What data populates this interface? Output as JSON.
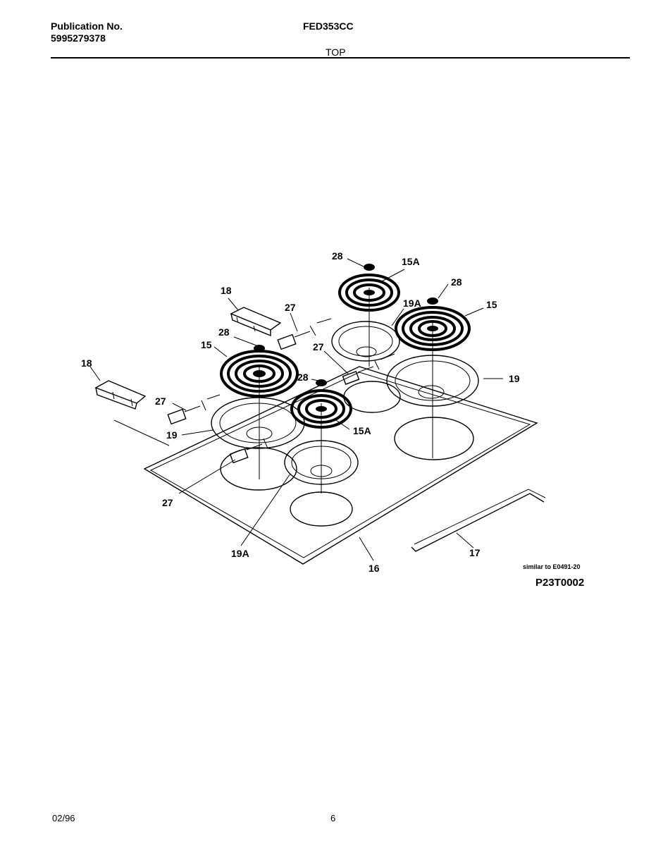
{
  "header": {
    "publication_label": "Publication No.",
    "publication_number": "5995279378",
    "model": "FED353CC",
    "section": "TOP"
  },
  "diagram": {
    "callouts": [
      "28",
      "15A",
      "18",
      "27",
      "28",
      "19A",
      "15",
      "28",
      "27",
      "15",
      "18",
      "27",
      "28",
      "19",
      "19",
      "15A",
      "27",
      "19A",
      "16",
      "17"
    ],
    "note": "similar to E0491-20",
    "part_code": "P23T0002"
  },
  "footer": {
    "date": "02/96",
    "page": "6"
  }
}
